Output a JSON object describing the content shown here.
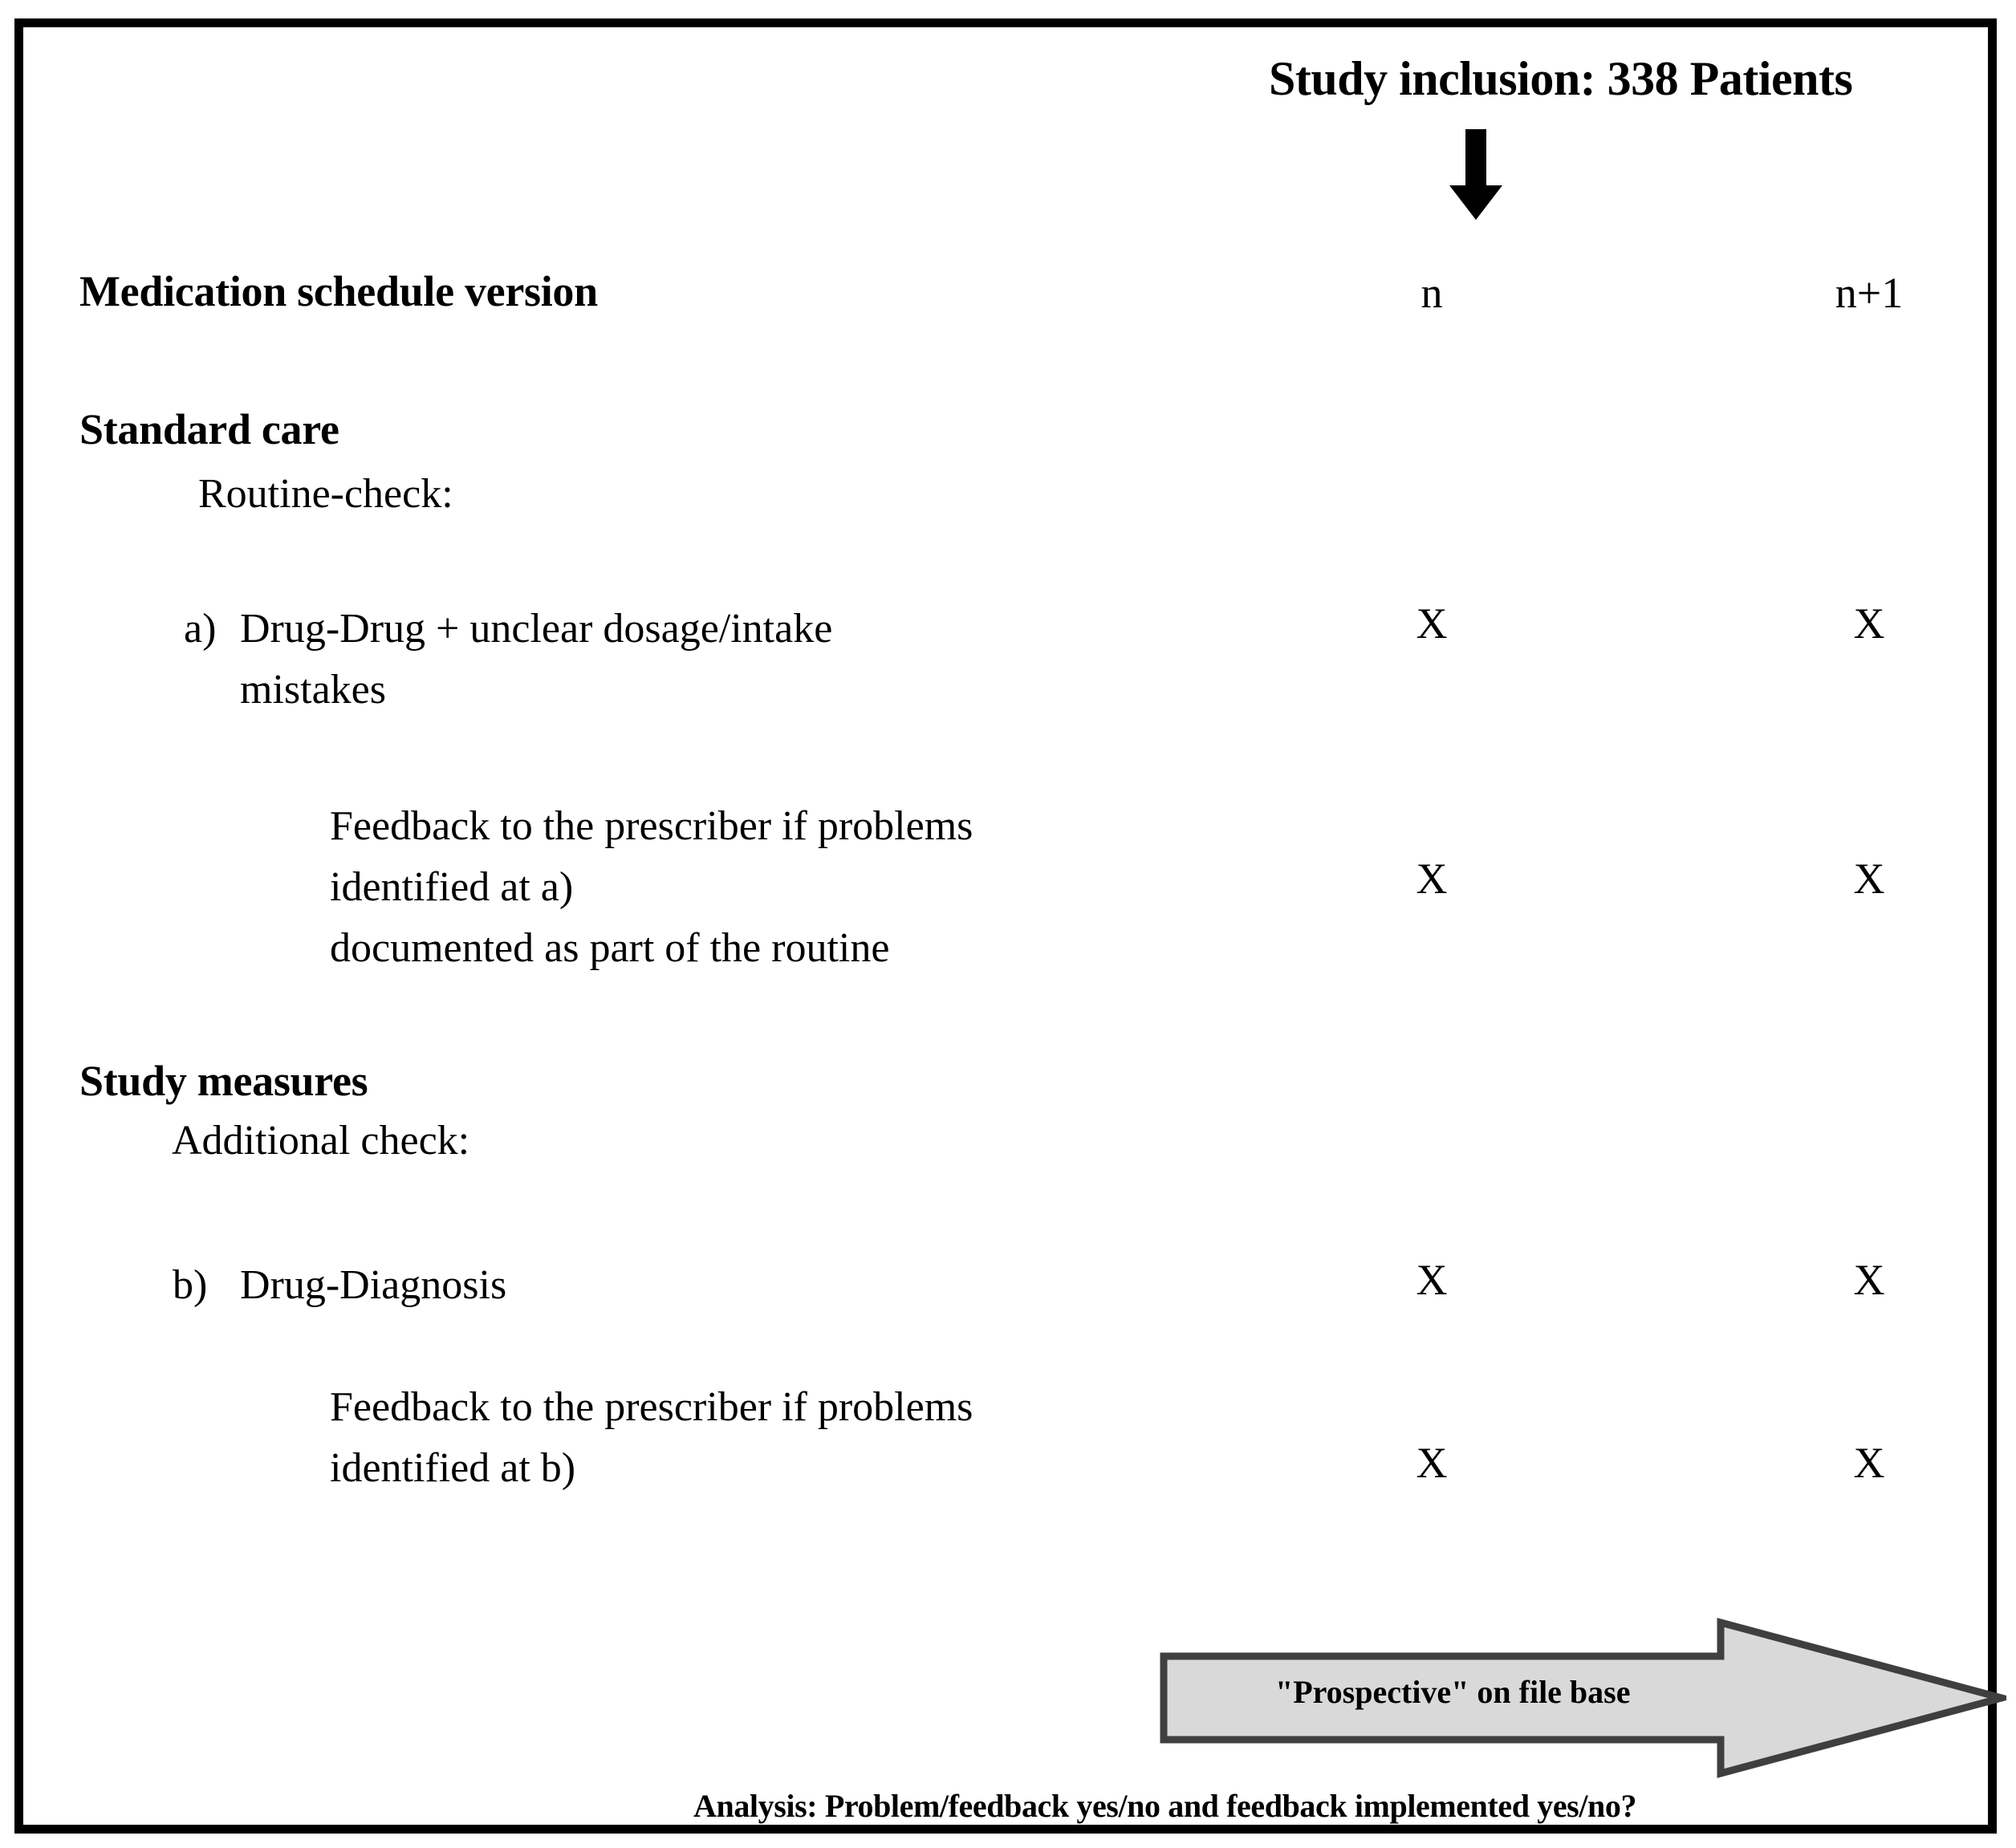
{
  "figure": {
    "title": "Study inclusion: 338 Patients",
    "border_color": "#000000",
    "background_color": "#ffffff"
  },
  "columns": {
    "left_label": "Medication schedule version",
    "headers": [
      "n",
      "n+1"
    ]
  },
  "icons": {
    "down_arrow": "down-arrow-icon",
    "prospective_arrow": "right-arrow-icon"
  },
  "sections": [
    {
      "heading": "Standard care",
      "subheading": "Routine-check:",
      "rows": [
        {
          "marker": "a)",
          "text": "Drug-Drug + unclear dosage/intake\nmistakes",
          "n": "X",
          "n_plus_1": "X"
        },
        {
          "marker": "",
          "text": "Feedback to the prescriber if problems\nidentified at a)\ndocumented as part of the routine",
          "n": "X",
          "n_plus_1": "X"
        }
      ]
    },
    {
      "heading": "Study measures",
      "subheading": "Additional check:",
      "rows": [
        {
          "marker": "b)",
          "text": "Drug-Diagnosis",
          "n": "X",
          "n_plus_1": "X"
        },
        {
          "marker": "",
          "text": "Feedback to the prescriber if problems\nidentified at b)",
          "n": "X",
          "n_plus_1": "X"
        }
      ]
    }
  ],
  "prospective_arrow": {
    "label": "\"Prospective\" on file base",
    "fill_color": "#d9d9d9",
    "stroke_color": "#3f3f3f"
  },
  "analysis_caption": "Analysis: Problem/feedback yes/no and feedback implemented yes/no?"
}
